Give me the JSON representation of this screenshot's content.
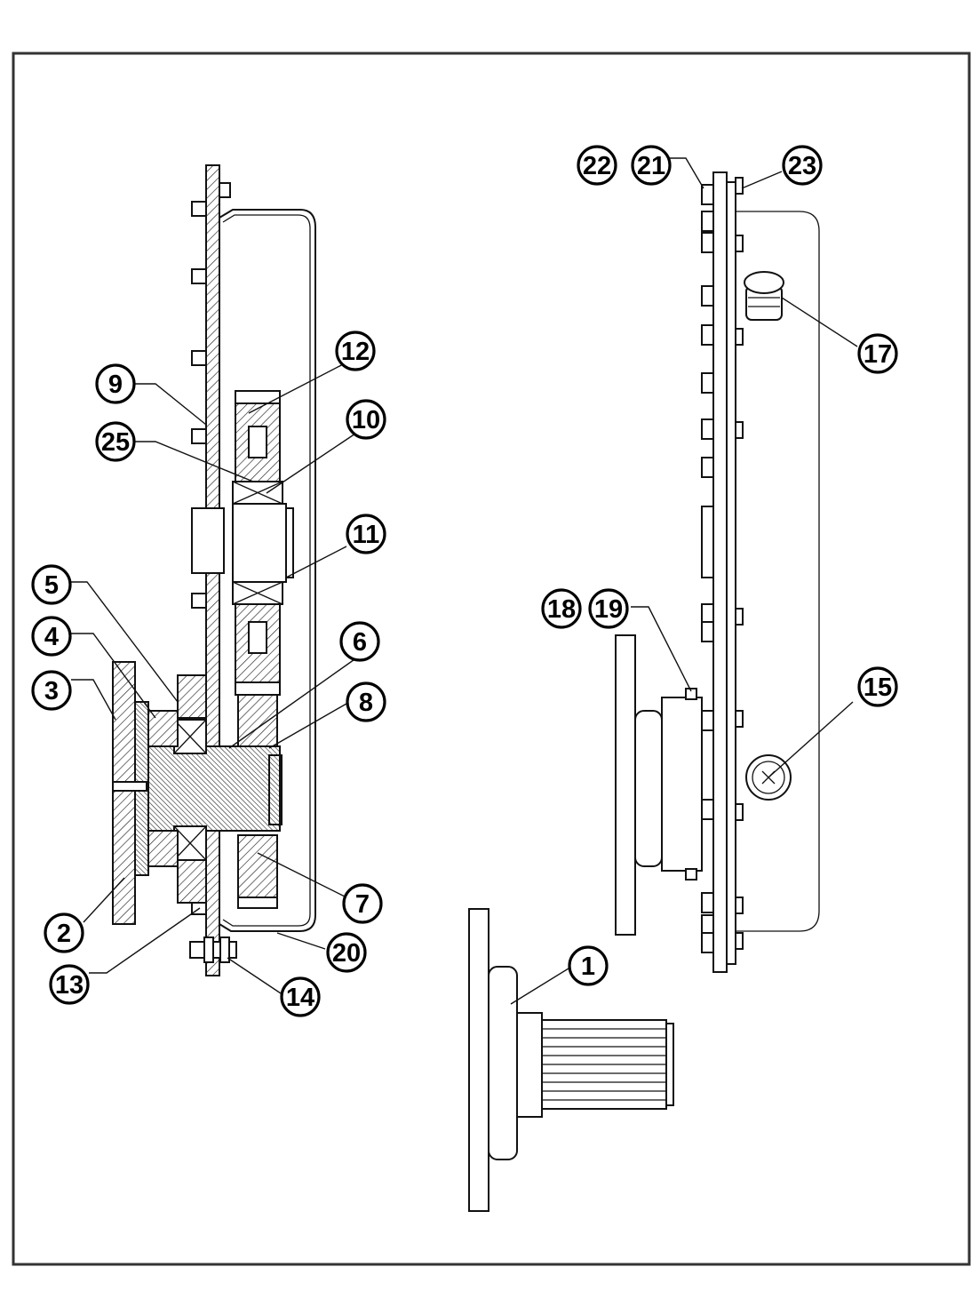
{
  "callouts": [
    {
      "id": "c1",
      "label": "1"
    },
    {
      "id": "c2",
      "label": "2"
    },
    {
      "id": "c3",
      "label": "3"
    },
    {
      "id": "c4",
      "label": "4"
    },
    {
      "id": "c5",
      "label": "5"
    },
    {
      "id": "c6",
      "label": "6"
    },
    {
      "id": "c7",
      "label": "7"
    },
    {
      "id": "c8",
      "label": "8"
    },
    {
      "id": "c9",
      "label": "9"
    },
    {
      "id": "c10",
      "label": "10"
    },
    {
      "id": "c11",
      "label": "11"
    },
    {
      "id": "c12",
      "label": "12"
    },
    {
      "id": "c13",
      "label": "13"
    },
    {
      "id": "c14",
      "label": "14"
    },
    {
      "id": "c15",
      "label": "15"
    },
    {
      "id": "c17",
      "label": "17"
    },
    {
      "id": "c18",
      "label": "18"
    },
    {
      "id": "c19",
      "label": "19"
    },
    {
      "id": "c20",
      "label": "20"
    },
    {
      "id": "c21",
      "label": "21"
    },
    {
      "id": "c22",
      "label": "22"
    },
    {
      "id": "c23",
      "label": "23"
    },
    {
      "id": "c25",
      "label": "25"
    }
  ],
  "colors": {
    "line": "#111111",
    "background": "#ffffff",
    "frame": "#333333"
  }
}
